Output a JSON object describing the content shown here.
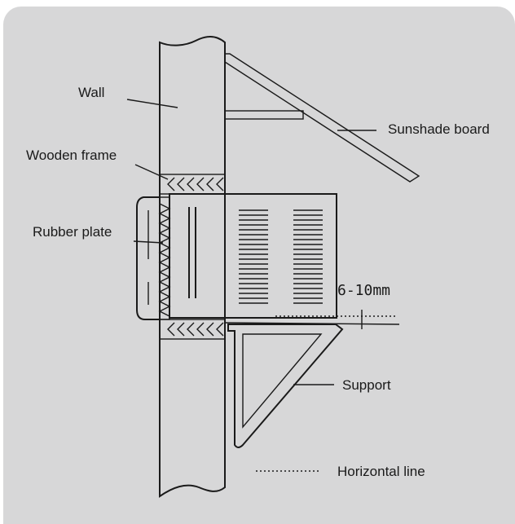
{
  "labels": {
    "wall": "Wall",
    "sunshade_board": "Sunshade board",
    "wooden_frame": "Wooden frame",
    "rubber_plate": "Rubber plate",
    "gap_measure": "6-10mm",
    "support": "Support",
    "legend_horizontal_line": "Horizontal line"
  },
  "colors": {
    "panel_bg": "#d7d7d8",
    "line": "#1a1a1a",
    "unit_fill": "#ffffff"
  }
}
